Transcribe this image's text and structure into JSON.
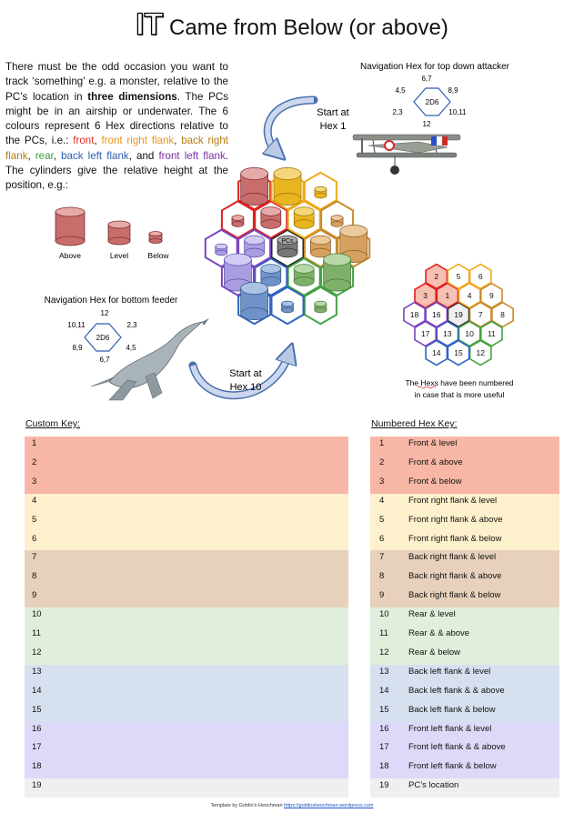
{
  "title": {
    "it": "IT",
    "rest": " Came from Below (or above)"
  },
  "intro": {
    "p1": "There must be the odd occasion you want to track ‘something’ e.g. a monster, relative to the PC’s location in ",
    "bold": "three dimensions",
    "p2": ". The PCs might be in an airship or underwater. The 6 colours represent 6 Hex directions relative to the PCs, i.e.: ",
    "front": "front",
    "sep1": ", ",
    "frf": "front right flank",
    "sep2": ", ",
    "brf": "back right flank",
    "sep3": ", ",
    "rear": "rear",
    "sep4": ", ",
    "blf": "back left flank",
    "sep5": ", and ",
    "flf": "front left flank",
    "p3": ". The cylinders give the relative height at the position, e.g.:"
  },
  "cylinder_legend": {
    "above": "Above",
    "level": "Level",
    "below": "Below"
  },
  "top_nav": {
    "title": "Navigation Hex for top down attacker",
    "center": "2D6",
    "top": "6,7",
    "top_left": "4,5",
    "top_right": "8,9",
    "bottom_left": "2,3",
    "bottom_right": "10,11",
    "bottom": "12"
  },
  "bottom_nav": {
    "title": "Navigation Hex for bottom feeder",
    "center": "2D6",
    "top": "12",
    "top_left": "10,11",
    "top_right": "2,3",
    "bottom_left": "8,9",
    "bottom_right": "4,5",
    "bottom": "6,7"
  },
  "start_hex1": {
    "line1": "Start at",
    "line2": "Hex 1"
  },
  "start_hex10": {
    "line1": "Start at",
    "line2": "Hex 10"
  },
  "center_label": "PCs",
  "numbered_note": {
    "line1": "The Hexs have been numbered",
    "line2": "in case that is more useful"
  },
  "numbered_grid": [
    "1",
    "2",
    "3",
    "4",
    "5",
    "6",
    "7",
    "8",
    "9",
    "10",
    "11",
    "12",
    "13",
    "14",
    "15",
    "16",
    "17",
    "18",
    "19"
  ],
  "custom_key": {
    "heading": "Custom Key:",
    "rows": [
      "1",
      "2",
      "3",
      "4",
      "5",
      "6",
      "7",
      "8",
      "9",
      "10",
      "11",
      "12",
      "13",
      "14",
      "15",
      "16",
      "17",
      "18",
      "19"
    ]
  },
  "numbered_key": {
    "heading": "Numbered Hex Key:",
    "rows": [
      {
        "n": "1",
        "t": "Front & level"
      },
      {
        "n": "2",
        "t": "Front & above"
      },
      {
        "n": "3",
        "t": "Front & below"
      },
      {
        "n": "4",
        "t": "Front right flank & level"
      },
      {
        "n": "5",
        "t": "Front right flank & above"
      },
      {
        "n": "6",
        "t": "Front right flank & below"
      },
      {
        "n": "7",
        "t": "Back right flank & level"
      },
      {
        "n": "8",
        "t": "Back right flank & above"
      },
      {
        "n": "9",
        "t": "Back right flank & below"
      },
      {
        "n": "10",
        "t": "Rear & level"
      },
      {
        "n": "11",
        "t": "Rear & & above"
      },
      {
        "n": "12",
        "t": "Rear & below"
      },
      {
        "n": "13",
        "t": "Back left flank & level"
      },
      {
        "n": "14",
        "t": "Back left flank & & above"
      },
      {
        "n": "15",
        "t": "Back left flank & below"
      },
      {
        "n": "16",
        "t": "Front left flank & level"
      },
      {
        "n": "17",
        "t": "Front left flank & & above"
      },
      {
        "n": "18",
        "t": "Front left flank & below"
      },
      {
        "n": "19",
        "t": "PC’s location"
      }
    ]
  },
  "footer": {
    "text": "Template by Goblin's Henchman ",
    "link": "https://goblinshenchman.wordpress.com"
  },
  "colors": {
    "front": "#f8b7a6",
    "front_right": "#fdf0cc",
    "back_right": "#e8d1bc",
    "rear": "#e1eedb",
    "back_left": "#d7e0ef",
    "front_left": "#dcdaf8",
    "pc": "#efefef"
  },
  "icons": {
    "plane": "biplane-illustration",
    "monster": "plesiosaur-illustration"
  }
}
